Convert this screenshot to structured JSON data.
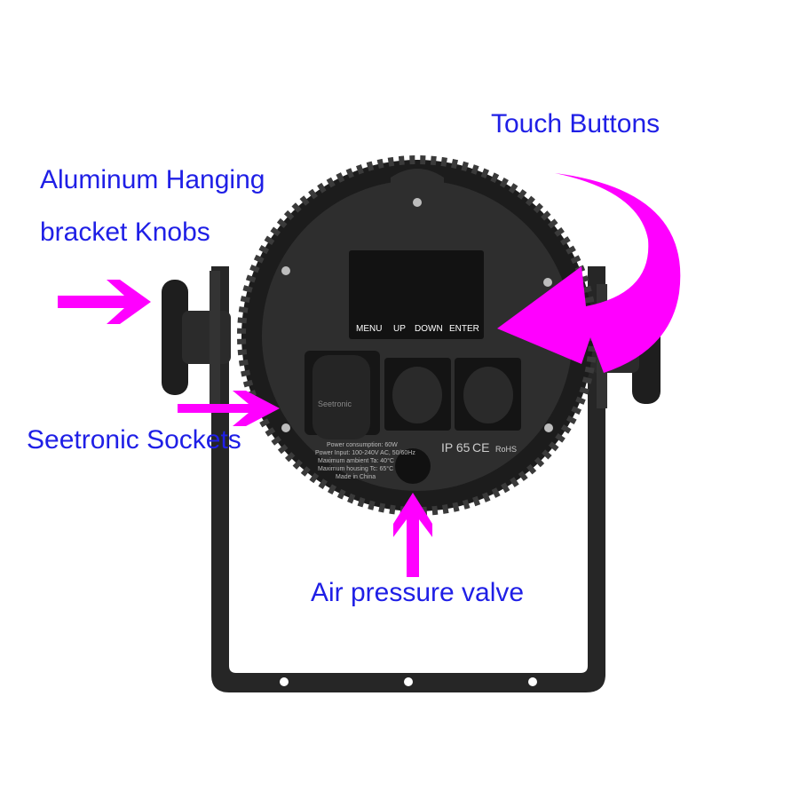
{
  "labels": {
    "touch_buttons": "Touch Buttons",
    "hanging_line1": "Aluminum Hanging",
    "hanging_line2": "bracket Knobs",
    "sockets": "Seetronic Sockets",
    "valve": "Air pressure valve"
  },
  "device": {
    "buttons": [
      "MENU",
      "UP",
      "DOWN",
      "ENTER"
    ],
    "socket_brand": "Seetronic",
    "ip_rating": "IP 65",
    "ce_mark": "CE",
    "rohs": "RoHS",
    "spec_lines": [
      "Power consumption: 60W",
      "Power Input: 100-240V AC, 50/60Hz",
      "Maximum ambient Ta: 40°C",
      "Maximum housing Tc: 65°C",
      "Made in China"
    ]
  },
  "colors": {
    "label": "#1f1fe6",
    "arrow": "#ff00ff",
    "body": "#2a2a2a"
  }
}
